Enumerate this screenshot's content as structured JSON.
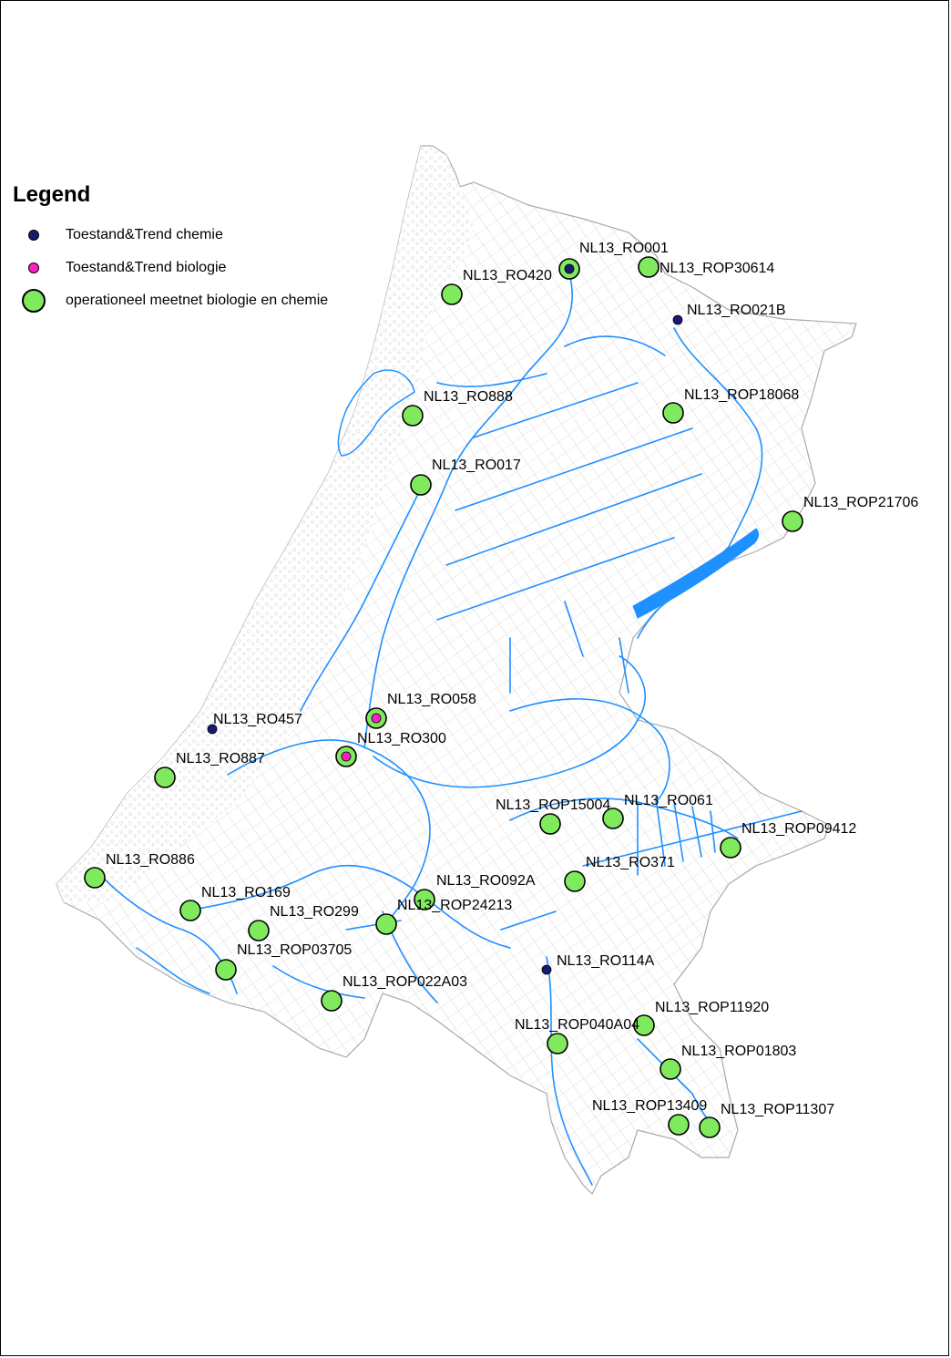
{
  "legend": {
    "title": "Legend",
    "items": [
      {
        "label": "Toestand&Trend chemie",
        "symbol": "chemie",
        "color": "#1a1a73"
      },
      {
        "label": "Toestand&Trend biologie",
        "symbol": "biologie",
        "color": "#ff1fc6"
      },
      {
        "label": "operationeel meetnet biologie en chemie",
        "symbol": "operationeel",
        "color": "#80ea5e"
      }
    ]
  },
  "colors": {
    "water": "#1e90ff",
    "parcels": "#cfcfcf",
    "frame": "#000000"
  },
  "sites": [
    {
      "id": "NL13_RO001",
      "types": [
        "operationeel",
        "chemie"
      ]
    },
    {
      "id": "NL13_ROP30614",
      "types": [
        "operationeel"
      ]
    },
    {
      "id": "NL13_RO420",
      "types": [
        "operationeel"
      ]
    },
    {
      "id": "NL13_RO021B",
      "types": [
        "chemie"
      ]
    },
    {
      "id": "NL13_RO888",
      "types": [
        "operationeel"
      ]
    },
    {
      "id": "NL13_ROP18068",
      "types": [
        "operationeel"
      ]
    },
    {
      "id": "NL13_RO017",
      "types": [
        "operationeel"
      ]
    },
    {
      "id": "NL13_ROP21706",
      "types": [
        "operationeel"
      ]
    },
    {
      "id": "NL13_RO058",
      "types": [
        "operationeel",
        "biologie"
      ]
    },
    {
      "id": "NL13_RO457",
      "types": [
        "chemie"
      ]
    },
    {
      "id": "NL13_RO300",
      "types": [
        "operationeel",
        "biologie"
      ]
    },
    {
      "id": "NL13_RO887",
      "types": [
        "operationeel"
      ]
    },
    {
      "id": "NL13_ROP15004",
      "types": [
        "operationeel"
      ]
    },
    {
      "id": "NL13_RO061",
      "types": [
        "operationeel"
      ]
    },
    {
      "id": "NL13_ROP09412",
      "types": [
        "operationeel"
      ]
    },
    {
      "id": "NL13_RO886",
      "types": [
        "operationeel"
      ]
    },
    {
      "id": "NL13_RO371",
      "types": [
        "operationeel"
      ]
    },
    {
      "id": "NL13_RO092A",
      "types": [
        "operationeel"
      ]
    },
    {
      "id": "NL13_RO169",
      "types": [
        "operationeel"
      ]
    },
    {
      "id": "NL13_ROP24213",
      "types": [
        "operationeel"
      ]
    },
    {
      "id": "NL13_RO299",
      "types": [
        "operationeel"
      ]
    },
    {
      "id": "NL13_ROP03705",
      "types": [
        "operationeel"
      ]
    },
    {
      "id": "NL13_RO114A",
      "types": [
        "chemie"
      ]
    },
    {
      "id": "NL13_ROP022A03",
      "types": [
        "operationeel"
      ]
    },
    {
      "id": "NL13_ROP11920",
      "types": [
        "operationeel"
      ]
    },
    {
      "id": "NL13_ROP040A04",
      "types": [
        "operationeel"
      ]
    },
    {
      "id": "NL13_ROP01803",
      "types": [
        "operationeel"
      ]
    },
    {
      "id": "NL13_ROP13409",
      "types": [
        "operationeel"
      ]
    },
    {
      "id": "NL13_ROP11307",
      "types": [
        "operationeel"
      ]
    }
  ]
}
